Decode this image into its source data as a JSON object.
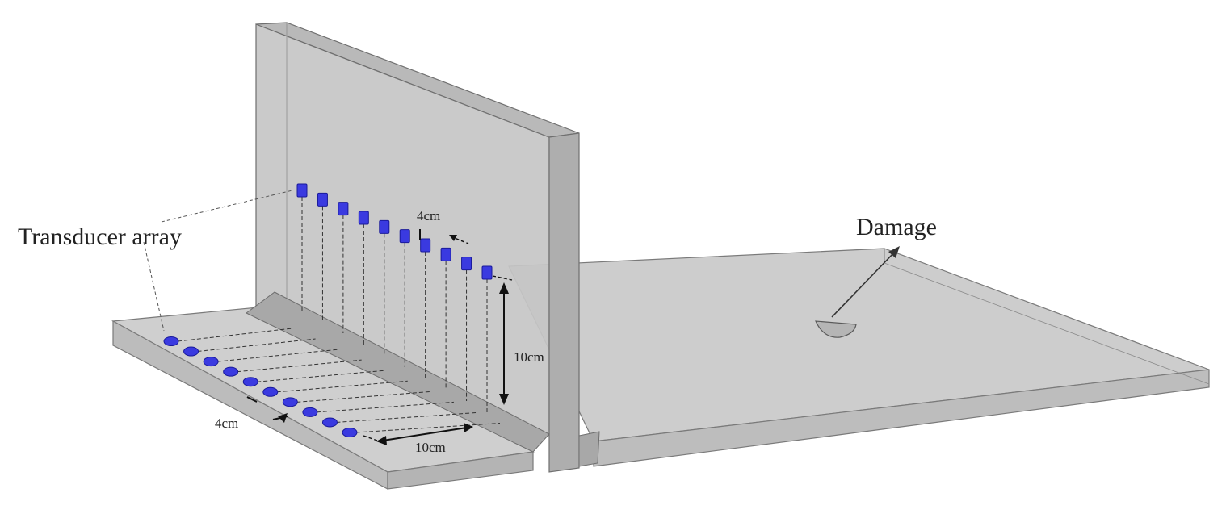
{
  "labels": {
    "transducer_array": "Transducer array",
    "damage": "Damage",
    "dim_vertical_spacing": "4cm",
    "dim_vertical_height": "10cm",
    "dim_horizontal_spacing": "4cm",
    "dim_horizontal_length": "10cm"
  },
  "colors": {
    "background": "#ffffff",
    "plate_fill": "#c8c8c8",
    "plate_edge": "#7a7a7a",
    "weld_fill": "#b0b0b0",
    "transducer": "#3a3ae0",
    "transducer_edge": "#1a1a9a",
    "line": "#333333"
  },
  "transducers": {
    "vertical_count": 10,
    "horizontal_count": 10
  }
}
